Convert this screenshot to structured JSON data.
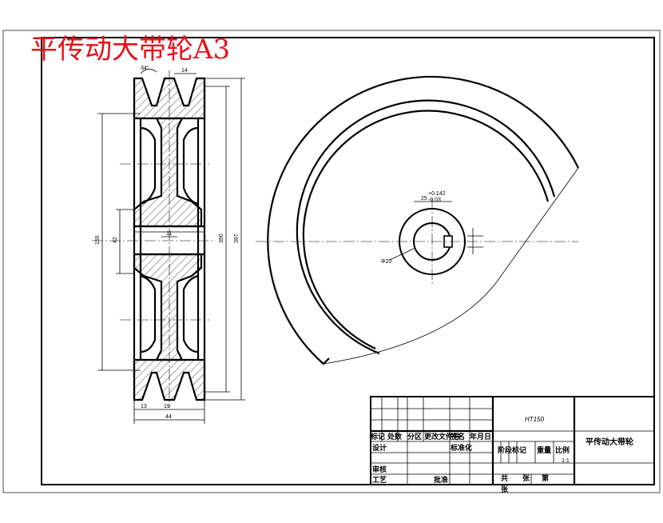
{
  "drawing": {
    "title": "平传动大带轮A3",
    "dimensions": {
      "groove_angle": "34°",
      "groove_pitch": "14",
      "hub_dia_outer": "155",
      "bore_dia": "42",
      "pitch_dia": "390",
      "outer_dia": "397",
      "keyway_width": "11",
      "edge_width": "13",
      "groove_spacing": "19",
      "total_width": "44",
      "keyway_dim": "25",
      "keyway_tol_upper": "+0.142",
      "keyway_tol_lower": "-0.03",
      "hole_dia": "Φ20"
    }
  },
  "title_block": {
    "material": "HT150",
    "part_name": "平传动大带轮",
    "row_revision": [
      "标记",
      "处数",
      "分区",
      "更改文件号",
      "签名",
      "年月日"
    ],
    "design": "设计",
    "standardize": "标准化",
    "stage_mark": "阶段标记",
    "weight": "重量",
    "scale": "比例",
    "scale_value": "1:1",
    "check": "审核",
    "process": "工艺",
    "approve": "批准",
    "sheets_total": "共",
    "sheets_unit": "张",
    "sheet_no": "第",
    "sheet_unit2": "张"
  }
}
